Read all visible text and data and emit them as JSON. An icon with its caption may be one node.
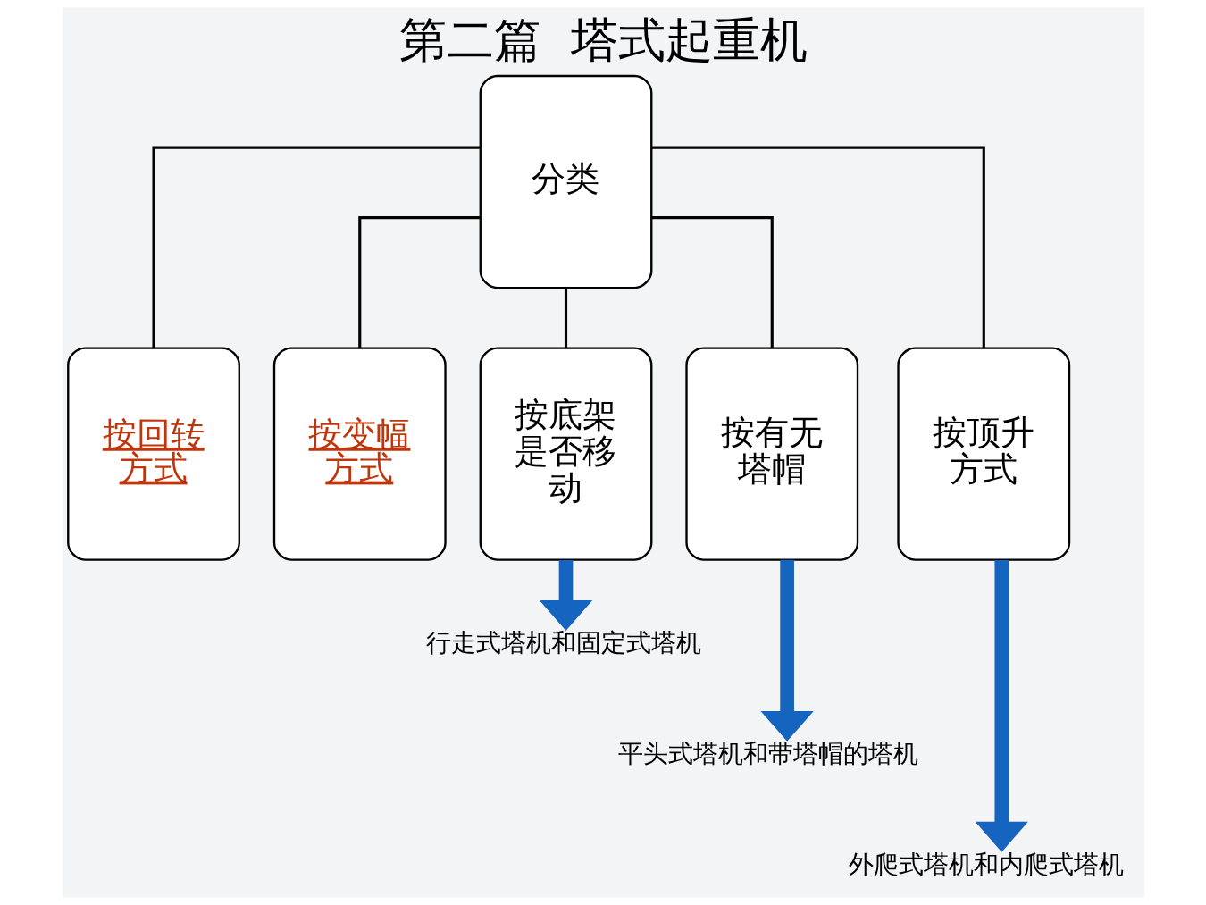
{
  "diagram": {
    "title": "第二篇  塔式起重机",
    "nodes": [
      {
        "text": [
          "分类"
        ]
      },
      {
        "text": [
          "按回转方式"
        ]
      },
      {
        "text": [
          "按变幅方式"
        ]
      },
      {
        "text": [
          "按底架是否移动"
        ]
      },
      {
        "text": [
          "按有无塔帽"
        ]
      },
      {
        "text": [
          "按顶升方式"
        ]
      },
      {
        "text": [
          "行走式塔机和固定式塔机"
        ]
      },
      {
        "text": [
          "平头式塔机和带塔帽的塔机"
        ]
      },
      {
        "text": [
          "外爬式塔机和内爬式塔机"
        ]
      }
    ],
    "edges": [
      {
        "from": 0,
        "to": 1,
        "arrow": "none"
      },
      {
        "from": 0,
        "to": 2,
        "arrow": "none"
      },
      {
        "from": 0,
        "to": 3,
        "arrow": "none"
      },
      {
        "from": 0,
        "to": 4,
        "arrow": "none"
      },
      {
        "from": 0,
        "to": 5,
        "arrow": "none"
      },
      {
        "from": 3,
        "to": 6,
        "arrow": "to",
        "style": "thick",
        "color": "#1565c0"
      },
      {
        "from": 4,
        "to": 7,
        "arrow": "to",
        "style": "thick",
        "color": "#1565c0"
      },
      {
        "from": 5,
        "to": 8,
        "arrow": "to",
        "style": "thick",
        "color": "#1565c0"
      }
    ]
  }
}
